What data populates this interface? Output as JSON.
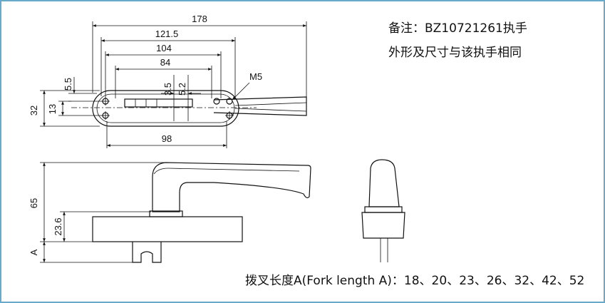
{
  "note": {
    "line1": "备注：BZ10721261执手",
    "line2": "外形及尺寸与该执手相同"
  },
  "top_view_dims": {
    "w178": "178",
    "w121_5": "121.5",
    "w104": "104",
    "w84": "84",
    "v3_5": "3.5",
    "v5_2": "5.2",
    "v5_5": "5.5",
    "h32": "32",
    "h13": "13",
    "w98": "98",
    "m5": "M5"
  },
  "side_view_dims": {
    "h65": "65",
    "h23_6": "23.6",
    "a": "A"
  },
  "caption": "拨叉长度A(Fork length A)：18、20、23、26、32、42、52",
  "colors": {
    "frame": "#6aa9c9"
  }
}
